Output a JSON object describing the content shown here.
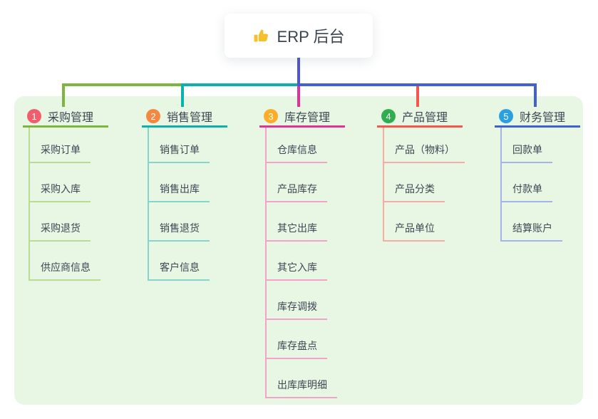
{
  "root": {
    "label": "ERP 后台",
    "icon": "thumbs-up-icon"
  },
  "colors": {
    "panel_bg": "#e8f6e4",
    "root_connector": "#4d56d6",
    "root_text": "#3a4350",
    "node_text": "#3e4753",
    "thumb_yellow": "#f5c02c"
  },
  "branches": [
    {
      "number": "1",
      "label": "采购管理",
      "badge_color": "#f25d6d",
      "line_color": "#7cb53f",
      "child_line_color": "#b9db92",
      "children": [
        "采购订单",
        "采购入库",
        "采购退货",
        "供应商信息"
      ]
    },
    {
      "number": "2",
      "label": "销售管理",
      "badge_color": "#f68740",
      "line_color": "#0cb2aa",
      "child_line_color": "#84d5ce",
      "children": [
        "销售订单",
        "销售出库",
        "销售退货",
        "客户信息"
      ]
    },
    {
      "number": "3",
      "label": "库存管理",
      "badge_color": "#fbac28",
      "line_color": "#e03397",
      "child_line_color": "#f2a2cb",
      "children": [
        "仓库信息",
        "产品库存",
        "其它出库",
        "其它入库",
        "库存调拨",
        "库存盘点",
        "出库库明细"
      ]
    },
    {
      "number": "4",
      "label": "产品管理",
      "badge_color": "#2fae50",
      "line_color": "#f4574e",
      "child_line_color": "#f9aaa4",
      "children": [
        "产品（物料）",
        "产品分类",
        "产品单位"
      ]
    },
    {
      "number": "5",
      "label": "财务管理",
      "badge_color": "#2ba0e0",
      "line_color": "#4161d2",
      "child_line_color": "#a3b4e8",
      "children": [
        "回款单",
        "付款单",
        "结算账户"
      ]
    }
  ]
}
